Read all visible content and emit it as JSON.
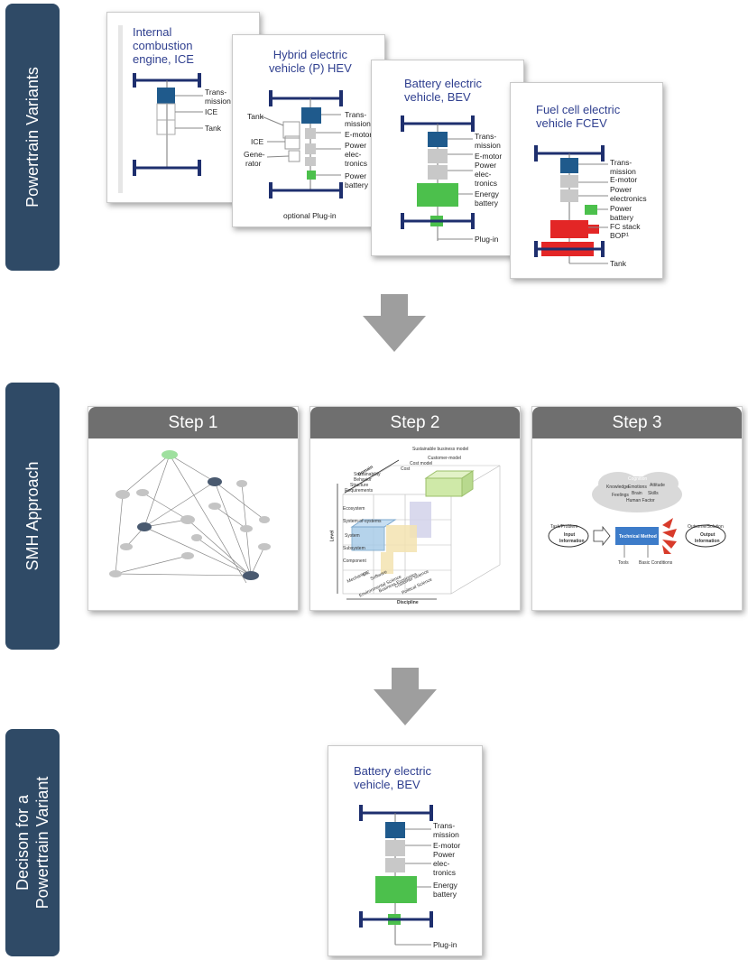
{
  "sections": {
    "powertrain_variants": "Powertrain Variants",
    "smh_approach": "SMH Approach",
    "decision_line1": "Decison for a",
    "decision_line2": "Powertrain Variant"
  },
  "variants": {
    "ice": {
      "title_line1": "Internal",
      "title_line2": "combustion",
      "title_line3": "engine, ICE",
      "labels": [
        "Trans-",
        "mission",
        "ICE",
        "Tank"
      ]
    },
    "hev": {
      "title_line1": "Hybrid electric",
      "title_line2": "vehicle (P) HEV",
      "labels": [
        "Tank",
        "Trans-",
        "mission",
        "E-motor",
        "ICE",
        "Power",
        "elec-",
        "tronics",
        "Gene-",
        "rator",
        "Power",
        "battery",
        "optional Plug-in"
      ]
    },
    "bev": {
      "title_line1": "Battery electric",
      "title_line2": "vehicle, BEV",
      "labels": [
        "Trans-",
        "mission",
        "E-motor",
        "Power",
        "elec-",
        "tronics",
        "Energy",
        "battery",
        "Plug-in"
      ]
    },
    "fcev": {
      "title_line1": "Fuel cell electric",
      "title_line2": "vehicle FCEV",
      "labels": [
        "Trans-",
        "mission",
        "E-motor",
        "Power",
        "electronics",
        "Power",
        "battery",
        "FC stack",
        "BOP¹",
        "Tank"
      ]
    }
  },
  "steps": [
    {
      "label": "Step 1"
    },
    {
      "label": "Step 2"
    },
    {
      "label": "Step 3"
    }
  ],
  "step2": {
    "labels": [
      "Sustainable business model",
      "Customer-model",
      "Cost model",
      "Cost",
      "Sustainability",
      "Behavior",
      "Structure",
      "Requirements",
      "Domain",
      "Ecosystem",
      "System-of-systems",
      "System",
      "Subsystem",
      "Component",
      "Level",
      "Discipline",
      "Mechanics",
      "E/E",
      "Software",
      "Environmental Science",
      "Business Economics",
      "Customer Science",
      "Political Science"
    ]
  },
  "step3": {
    "labels": [
      "Task/Problem",
      "Input",
      "Information",
      "Technical Method",
      "Tools",
      "Basic Conditions",
      "Outcome/Solution",
      "Output",
      "Information",
      "Knowledge",
      "Emotions",
      "Attitude",
      "Feelings",
      "Brain",
      "Skills",
      "Human Factor",
      "Cognition"
    ]
  },
  "colors": {
    "sidebar": "#2f4a66",
    "title": "#2f3f8f",
    "transmission": "#1f5a8c",
    "component_gray": "#c8c8c8",
    "battery_green": "#4cc04c",
    "fc_red": "#e32626",
    "arrow_gray": "#9e9e9e",
    "step_header": "#6f6f6f"
  },
  "icons": {
    "down_arrow": "down-arrow-icon"
  }
}
